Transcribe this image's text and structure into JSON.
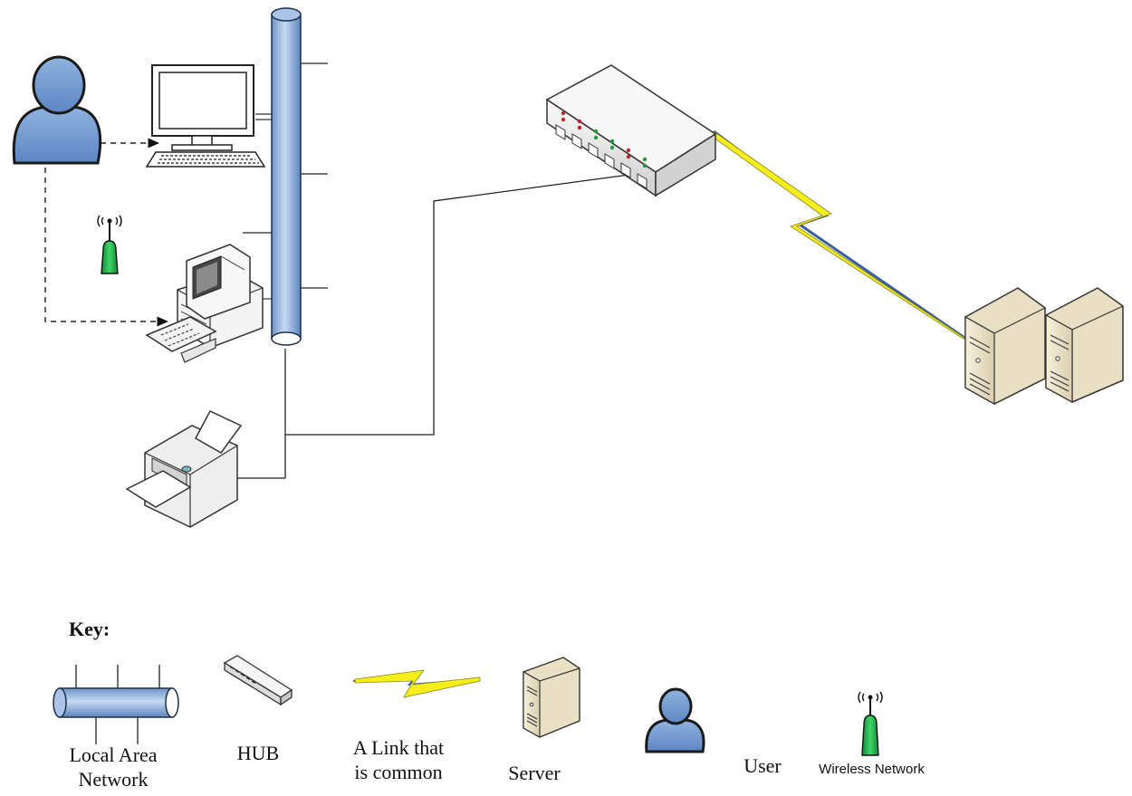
{
  "key": {
    "title": "Key:",
    "items": [
      {
        "id": "lan",
        "lines": [
          "Local Area",
          "Network"
        ]
      },
      {
        "id": "hub",
        "lines": [
          "HUB"
        ]
      },
      {
        "id": "link",
        "lines": [
          "A Link that",
          "is common"
        ]
      },
      {
        "id": "server",
        "lines": [
          "Server"
        ]
      },
      {
        "id": "user",
        "lines": [
          "User"
        ]
      },
      {
        "id": "wireless",
        "lines": [
          "Wireless Network"
        ]
      }
    ]
  },
  "colors": {
    "user_blue": "#7aa0d2",
    "user_outline": "#1a1a1a",
    "lan_blue": "#a9c4e6",
    "lightning_yellow": "#f5ee1a",
    "link_blue": "#3a5f9f",
    "antenna_green": "#22b24c",
    "server_beige": "#ece4cc"
  }
}
